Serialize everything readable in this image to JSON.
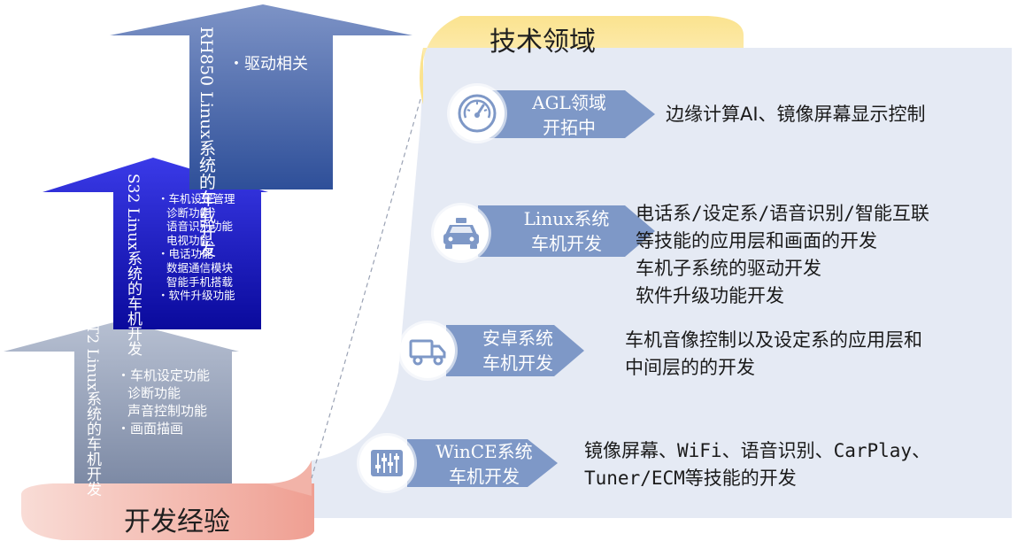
{
  "titles": {
    "tech_field": "技术领域",
    "dev_experience": "开发经验"
  },
  "arrows": [
    {
      "vertical_label": "RH850 Linux系统的车载开发",
      "bullets": [
        "・驱动相关"
      ]
    },
    {
      "vertical_label": "S32 Linux系统的车机开发",
      "bullets": [
        "・车机设定管理",
        "诊断功能",
        "语音识别功能",
        "电视功能",
        "・电话功能",
        "数据通信模块",
        "智能手机搭载",
        "・软件升级功能"
      ]
    },
    {
      "vertical_label": "T2 Linux系统的车机开发",
      "bullets": [
        "・车机设定功能",
        "诊断功能",
        "声音控制功能",
        "・画面描画"
      ]
    }
  ],
  "domains": [
    {
      "icon": "speedometer-icon",
      "label_line1": "AGL领域",
      "label_line2": "开拓中",
      "desc": [
        "边缘计算AI、镜像屏幕显示控制"
      ]
    },
    {
      "icon": "taxi-car-icon",
      "label_line1": "Linux系统",
      "label_line2": "车机开发",
      "desc": [
        "电话系/设定系/语音识别/智能互联",
        "等技能的应用层和画面的开发",
        "车机子系统的驱动开发",
        "软件升级功能开发"
      ]
    },
    {
      "icon": "delivery-truck-icon",
      "label_line1": "安卓系统",
      "label_line2": "车机开发",
      "desc": [
        "车机音像控制以及设定系的应用层和",
        "中间层的的开发"
      ]
    },
    {
      "icon": "equalizer-sliders-icon",
      "label_line1": "WinCE系统",
      "label_line2": "车机开发",
      "desc": [
        "镜像屏幕、WiFi、语音识别、CarPlay、",
        "Tuner/ECM等技能的开发"
      ]
    }
  ],
  "colors": {
    "panel_bg": "#e7ecf5",
    "chevron": "#7e98c7",
    "arrow_top": "#3f5ea8",
    "arrow_mid": "#1010c0",
    "arrow_bottom": "#9aa6bd",
    "tab_yellow": "#fbe79a",
    "tab_pink": "#f2b9ae"
  }
}
